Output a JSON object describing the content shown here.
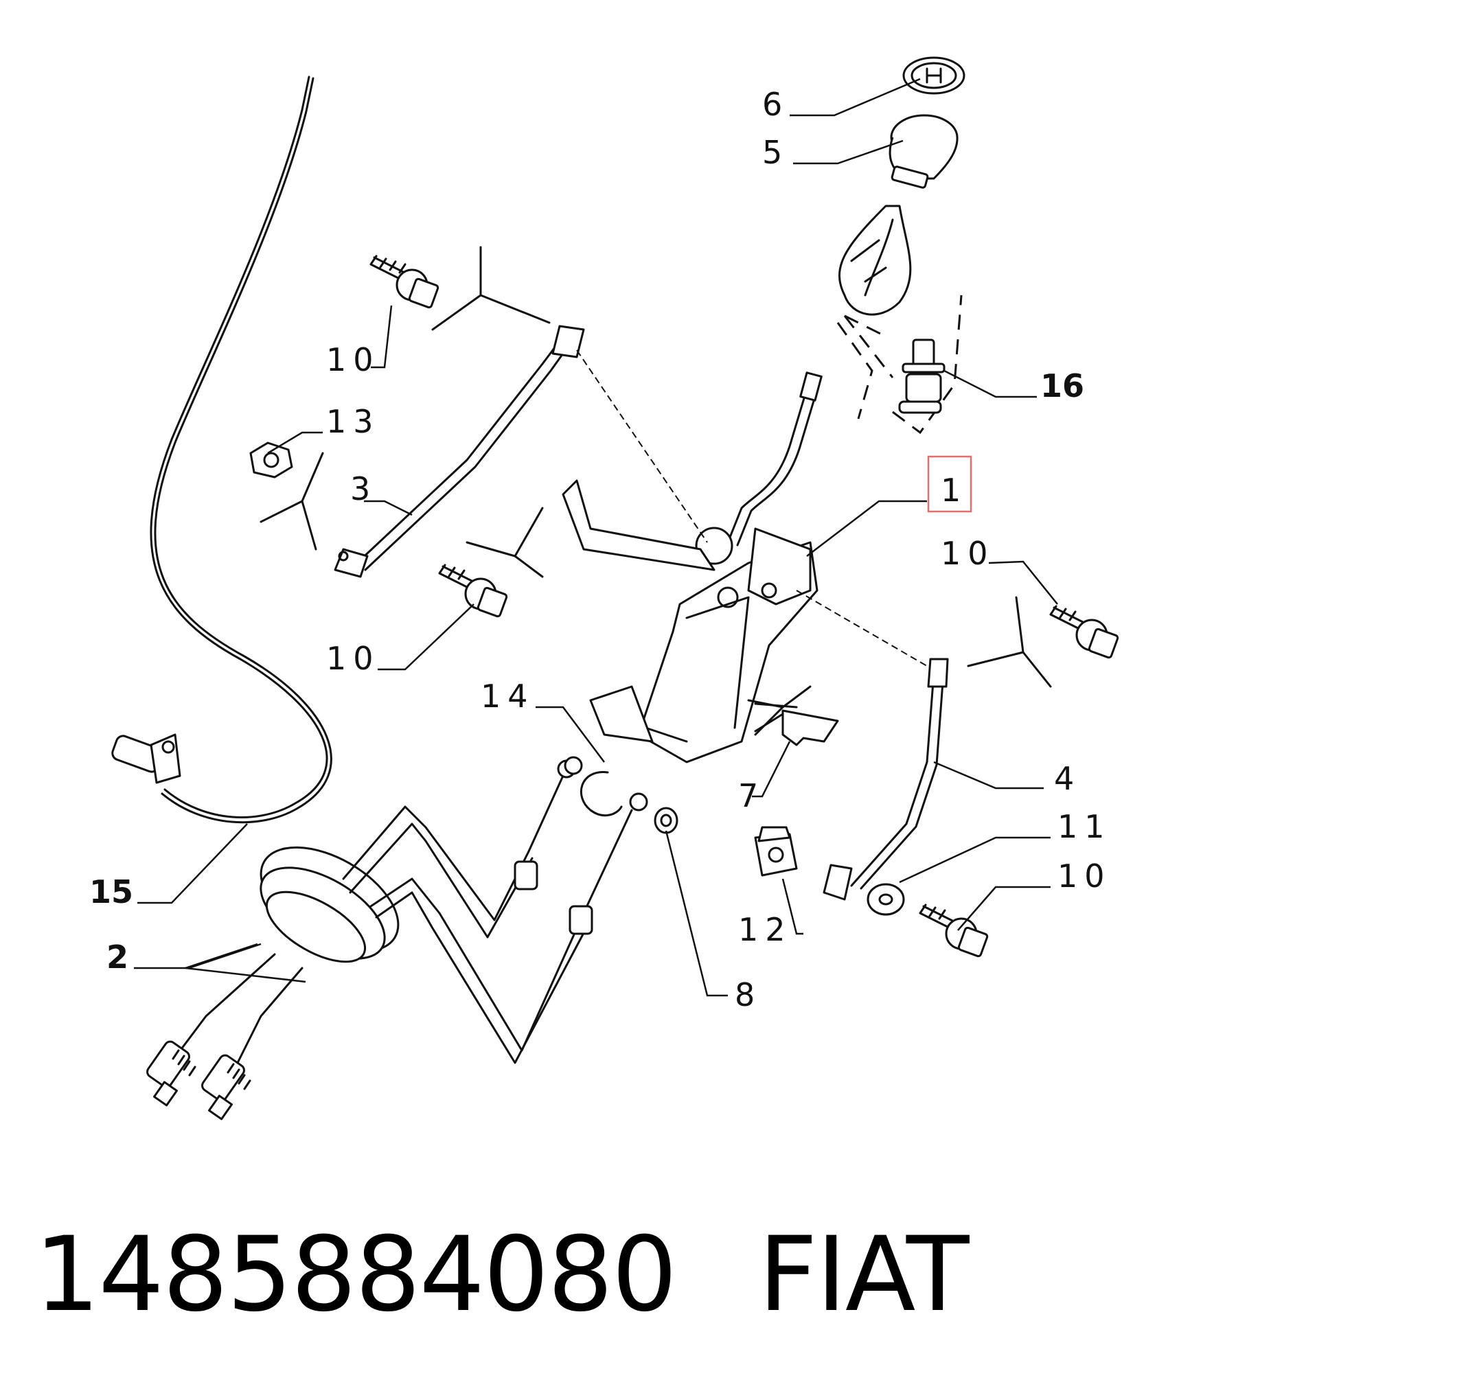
{
  "callouts": {
    "c1": "1",
    "c2": "2",
    "c3": "3",
    "c4": "4",
    "c5": "5",
    "c6": "6",
    "c7": "7",
    "c8": "8",
    "c10a": "10",
    "c10b": "10",
    "c10c": "10",
    "c10d": "10",
    "c11": "11",
    "c12": "12",
    "c13": "13",
    "c14": "14",
    "c15": "15",
    "c16": "16"
  },
  "highlight_color": "#e07070",
  "footer": {
    "part_number": "1485884080",
    "brand": "FIAT"
  }
}
